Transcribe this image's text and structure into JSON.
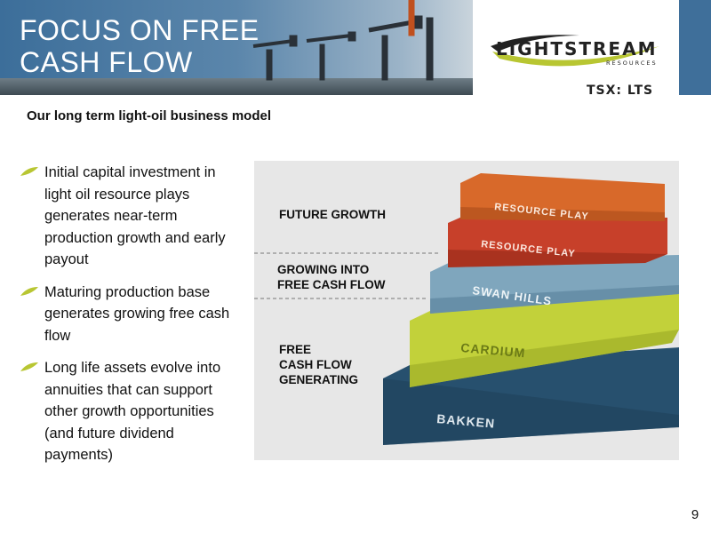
{
  "header": {
    "title_line1": "FOCUS ON FREE",
    "title_line2": "CASH FLOW",
    "logo_text": "LIGHTSTREAM",
    "logo_sub": "RESOURCES",
    "ticker": "TSX: LTS"
  },
  "subtitle": "Our long term light-oil business model",
  "bullets": [
    "Initial capital investment in light oil resource plays generates near-term production growth and early payout",
    "Maturing production base generates growing free cash flow",
    "Long life assets evolve into annuities that can support other growth opportunities (and future dividend payments)"
  ],
  "diagram": {
    "zones": {
      "future": "FUTURE GROWTH",
      "growing_line1": "GROWING INTO",
      "growing_line2": "FREE CASH FLOW",
      "free_line1": "FREE",
      "free_line2": "CASH FLOW",
      "free_line3": "GENERATING"
    },
    "layers": [
      {
        "name": "RESOURCE PLAY",
        "color": "#d8692a"
      },
      {
        "name": "RESOURCE PLAY",
        "color": "#c7402a"
      },
      {
        "name": "SWAN HILLS",
        "color": "#7fa6bd"
      },
      {
        "name": "CARDIUM",
        "color": "#c2d13a"
      },
      {
        "name": "BAKKEN",
        "color": "#27506e"
      }
    ]
  },
  "colors": {
    "banner_blue": "#3f6f9a",
    "bullet_marker": "#b8c632"
  },
  "page_number": "9"
}
